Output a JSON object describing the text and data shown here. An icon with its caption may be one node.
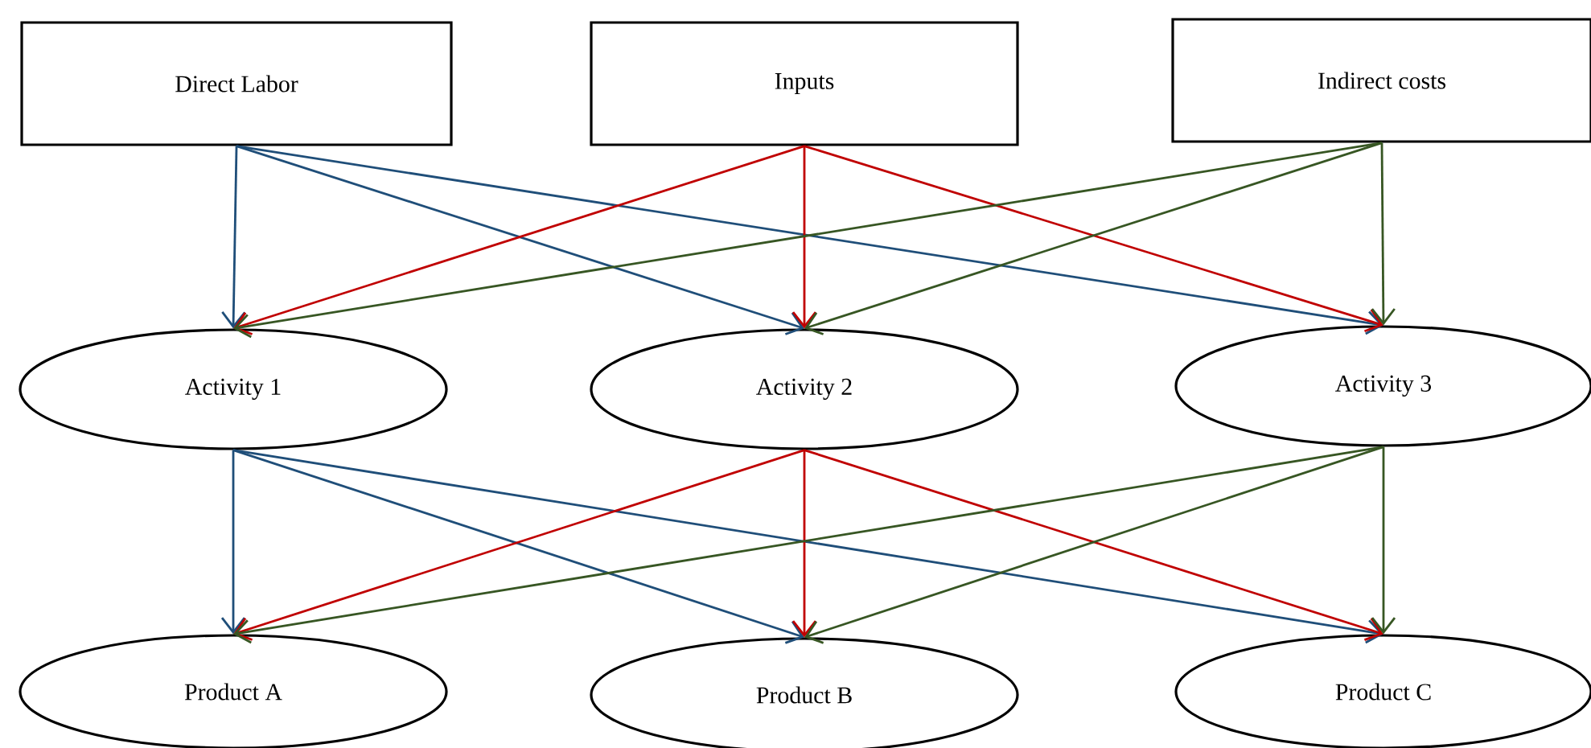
{
  "diagram": {
    "nodes": [
      {
        "text": [
          "Direct Labor"
        ]
      },
      {
        "text": [
          "Inputs"
        ]
      },
      {
        "text": [
          "Indirect costs"
        ]
      },
      {
        "text": [
          "Activity 1"
        ]
      },
      {
        "text": [
          "Activity 2"
        ]
      },
      {
        "text": [
          "Activity 3"
        ]
      },
      {
        "text": [
          "Product A"
        ]
      },
      {
        "text": [
          "Product B"
        ]
      },
      {
        "text": [
          "Product C"
        ]
      }
    ],
    "edges": [
      {
        "from": 0,
        "to": 3,
        "arrow": "to",
        "color": "#1f4e79"
      },
      {
        "from": 0,
        "to": 4,
        "arrow": "to",
        "color": "#1f4e79"
      },
      {
        "from": 0,
        "to": 5,
        "arrow": "to",
        "color": "#1f4e79"
      },
      {
        "from": 1,
        "to": 3,
        "arrow": "to",
        "color": "#c00000"
      },
      {
        "from": 1,
        "to": 4,
        "arrow": "to",
        "color": "#c00000"
      },
      {
        "from": 1,
        "to": 5,
        "arrow": "to",
        "color": "#c00000"
      },
      {
        "from": 2,
        "to": 3,
        "arrow": "to",
        "color": "#375623"
      },
      {
        "from": 2,
        "to": 4,
        "arrow": "to",
        "color": "#375623"
      },
      {
        "from": 2,
        "to": 5,
        "arrow": "to",
        "color": "#375623"
      },
      {
        "from": 3,
        "to": 6,
        "arrow": "to",
        "color": "#1f4e79"
      },
      {
        "from": 3,
        "to": 7,
        "arrow": "to",
        "color": "#1f4e79"
      },
      {
        "from": 3,
        "to": 8,
        "arrow": "to",
        "color": "#1f4e79"
      },
      {
        "from": 4,
        "to": 6,
        "arrow": "to",
        "color": "#c00000"
      },
      {
        "from": 4,
        "to": 7,
        "arrow": "to",
        "color": "#c00000"
      },
      {
        "from": 4,
        "to": 8,
        "arrow": "to",
        "color": "#c00000"
      },
      {
        "from": 5,
        "to": 6,
        "arrow": "to",
        "color": "#375623"
      },
      {
        "from": 5,
        "to": 7,
        "arrow": "to",
        "color": "#375623"
      },
      {
        "from": 5,
        "to": 8,
        "arrow": "to",
        "color": "#375623"
      }
    ]
  }
}
